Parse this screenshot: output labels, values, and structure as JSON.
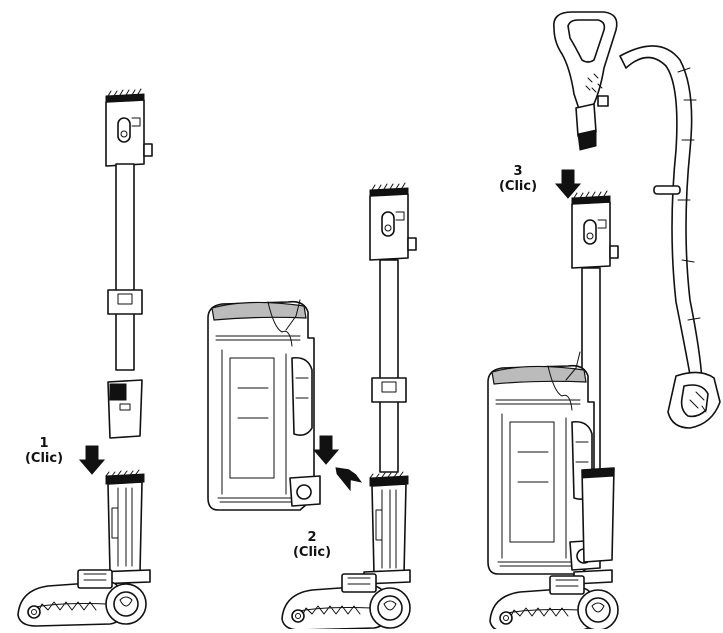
{
  "steps": [
    {
      "number": "1",
      "action": "(Clic)"
    },
    {
      "number": "2",
      "action": "(Clic)"
    },
    {
      "number": "3",
      "action": "(Clic)"
    }
  ]
}
